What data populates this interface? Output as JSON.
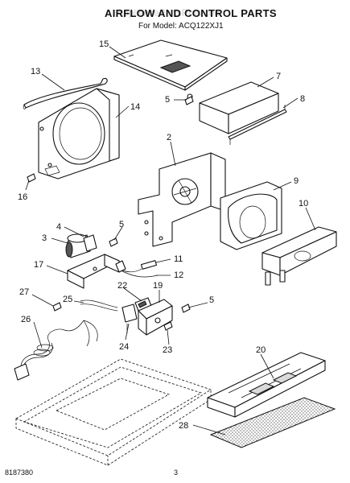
{
  "header": {
    "title": "AIRFLOW AND CONTROL PARTS",
    "model_line": "For Model: ACQ122XJ1",
    "watermark": "AppliancePartsPros.com"
  },
  "footer": {
    "doc_number": "8187380",
    "page_number": "3"
  },
  "callouts": [
    "15",
    "13",
    "14",
    "7",
    "8",
    "5",
    "16",
    "2",
    "9",
    "10",
    "5",
    "4",
    "3",
    "17",
    "11",
    "12",
    "22",
    "19",
    "27",
    "25",
    "5",
    "26",
    "24",
    "23",
    "20",
    "28"
  ]
}
